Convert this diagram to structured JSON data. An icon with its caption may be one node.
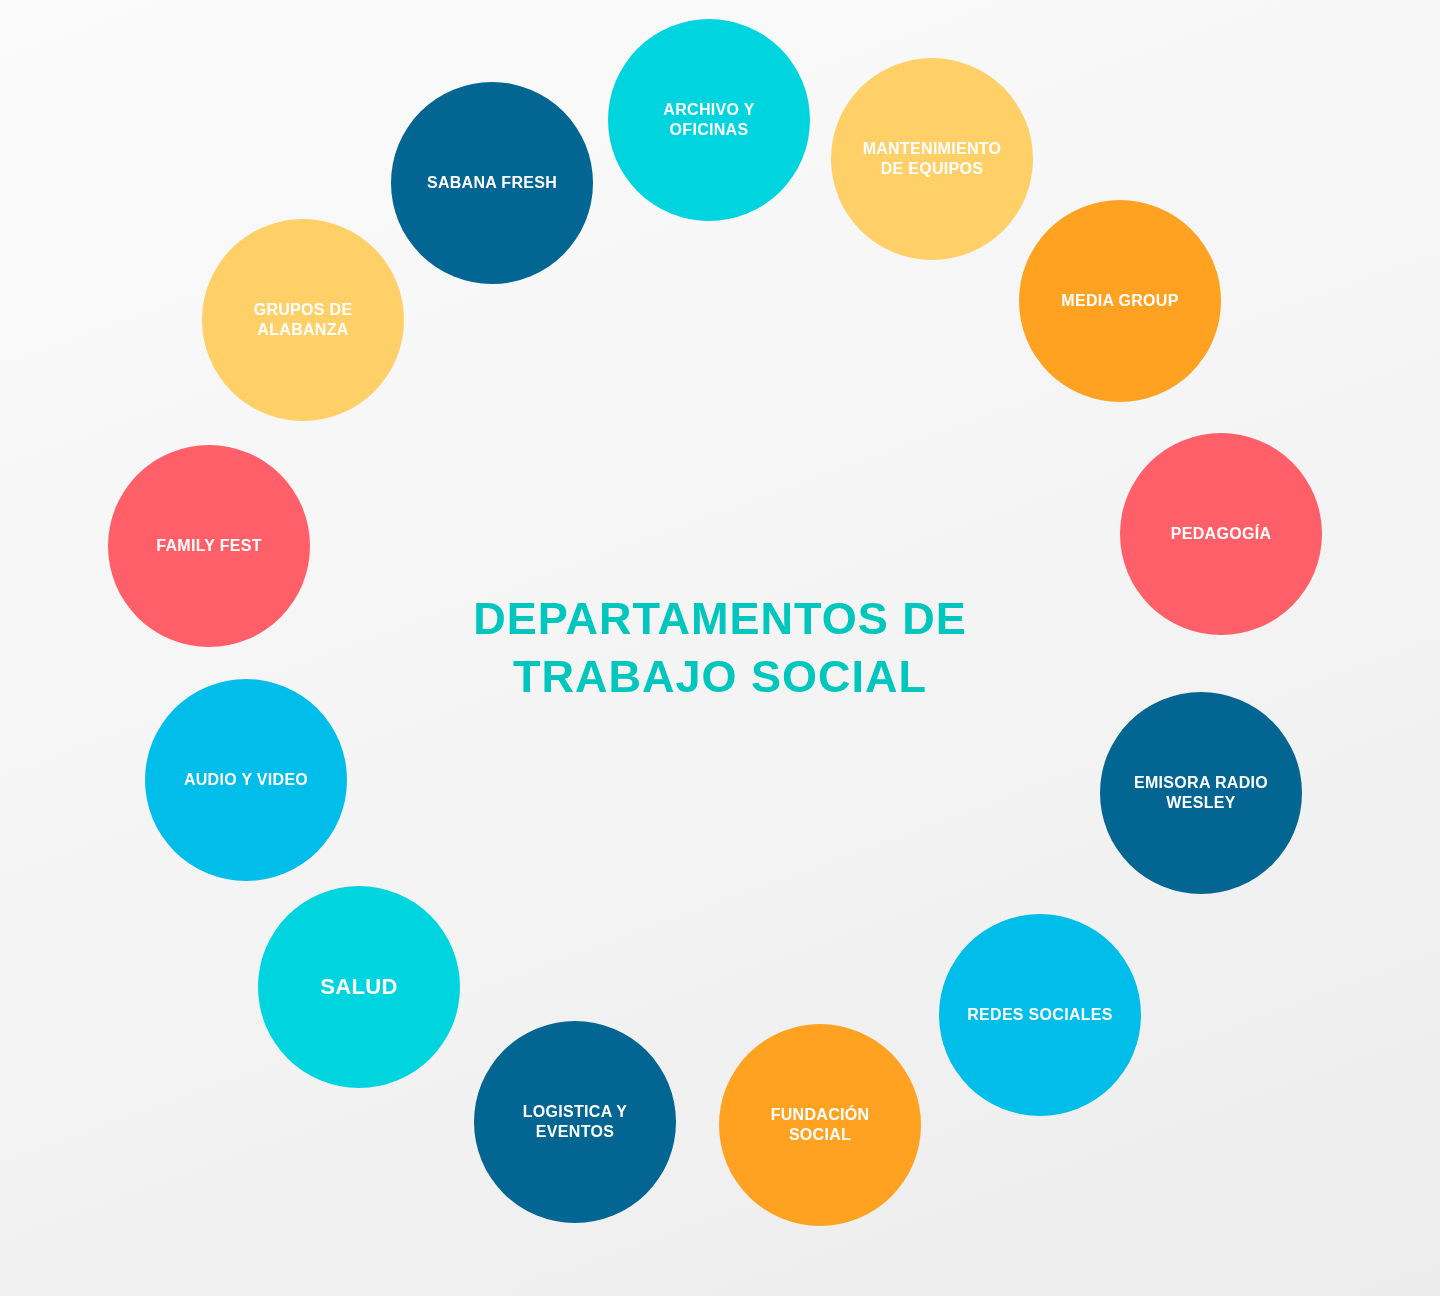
{
  "diagram": {
    "title": "DEPARTAMENTOS DE TRABAJO SOCIAL",
    "nodes": [
      {
        "text": [
          "ARCHIVO Y OFICINAS"
        ]
      },
      {
        "text": [
          "MANTENIMIENTO DE EQUIPOS"
        ]
      },
      {
        "text": [
          "MEDIA GROUP"
        ]
      },
      {
        "text": [
          "PEDAGOGÍA"
        ]
      },
      {
        "text": [
          "EMISORA RADIO WESLEY"
        ]
      },
      {
        "text": [
          "REDES SOCIALES"
        ]
      },
      {
        "text": [
          "FUNDACIÓN SOCIAL"
        ]
      },
      {
        "text": [
          "LOGISTICA Y EVENTOS"
        ]
      },
      {
        "text": [
          "SALUD"
        ]
      },
      {
        "text": [
          "AUDIO Y VIDEO"
        ]
      },
      {
        "text": [
          "FAMILY FEST"
        ]
      },
      {
        "text": [
          "GRUPOS DE ALABANZA"
        ]
      },
      {
        "text": [
          "SABANA FRESH"
        ]
      }
    ]
  }
}
